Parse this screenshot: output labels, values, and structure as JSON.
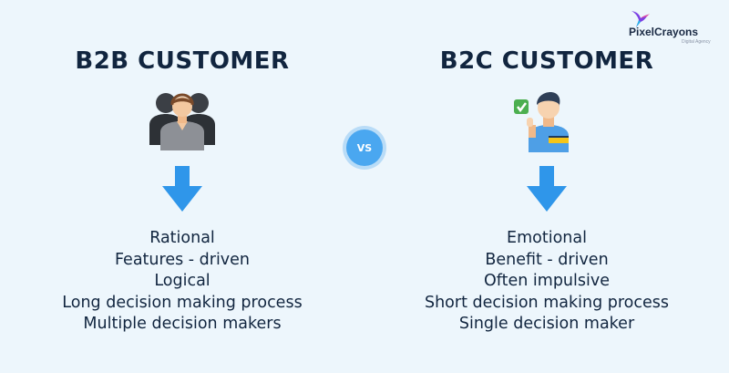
{
  "brand": {
    "name": "PixelCrayons",
    "tagline": "Digital Agency"
  },
  "vs_label": "VS",
  "b2b": {
    "title": "B2B CUSTOMER",
    "icon": "business-group-icon",
    "traits": [
      "Rational",
      "Features - driven",
      "Logical",
      "Long decision making process",
      "Multiple decision makers"
    ]
  },
  "b2c": {
    "title": "B2C CUSTOMER",
    "icon": "consumer-thumbs-up-icon",
    "traits": [
      "Emotional",
      "Benefit - driven",
      "Often impulsive",
      "Short decision making process",
      "Single decision maker"
    ]
  },
  "colors": {
    "background": "#edf6fc",
    "heading": "#11253f",
    "arrow": "#2f96ea",
    "vs_circle": "#4aa7f0"
  }
}
